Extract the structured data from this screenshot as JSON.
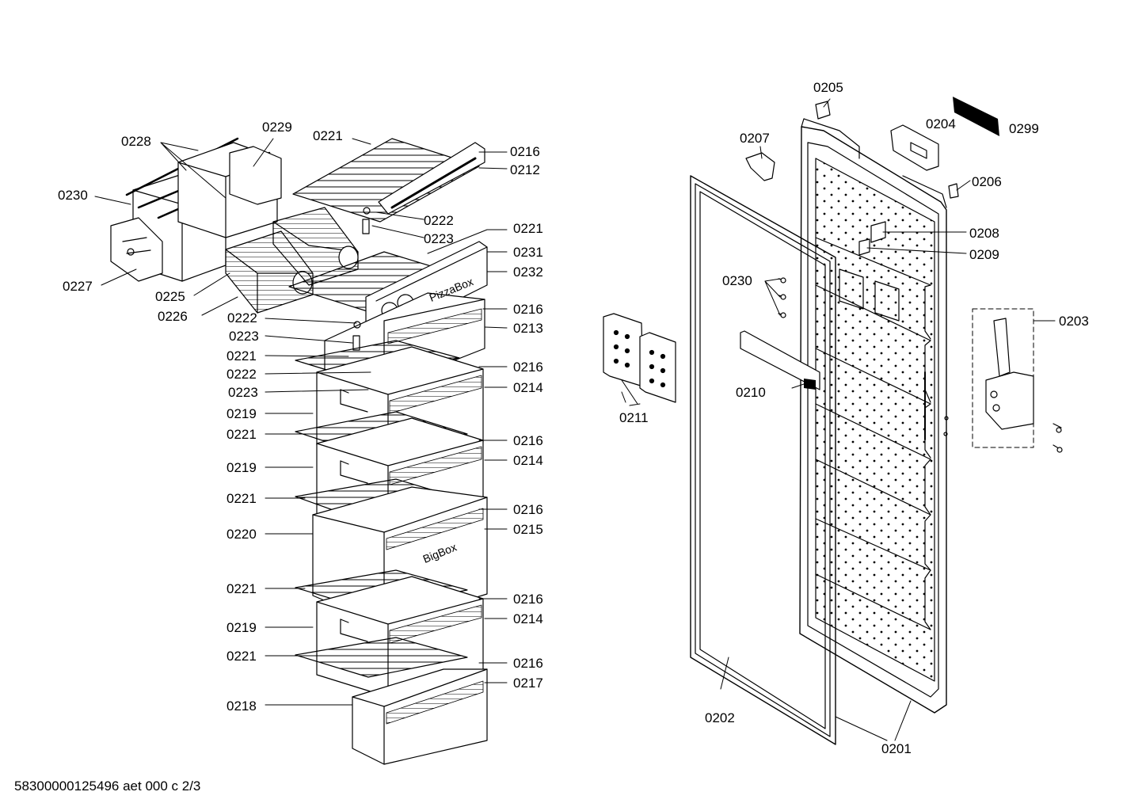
{
  "diagram": {
    "labels": {
      "l0201": "0201",
      "l0202": "0202",
      "l0203": "0203",
      "l0204": "0204",
      "l0205": "0205",
      "l0206": "0206",
      "l0207": "0207",
      "l0208": "0208",
      "l0209": "0209",
      "l0210": "0210",
      "l0211": "0211",
      "l0212": "0212",
      "l0213": "0213",
      "l0214": "0214",
      "l0215": "0215",
      "l0216": "0216",
      "l0217": "0217",
      "l0218": "0218",
      "l0219": "0219",
      "l0220": "0220",
      "l0221": "0221",
      "l0222": "0222",
      "l0223": "0223",
      "l0225": "0225",
      "l0226": "0226",
      "l0227": "0227",
      "l0228": "0228",
      "l0229": "0229",
      "l0230": "0230",
      "l0231": "0231",
      "l0232": "0232",
      "l0299": "0299"
    },
    "print_pizza": "PizzaBox",
    "print_big": "BigBox"
  },
  "footer": {
    "drawing_id": "58300000125496 aet 000 c 2/3"
  }
}
